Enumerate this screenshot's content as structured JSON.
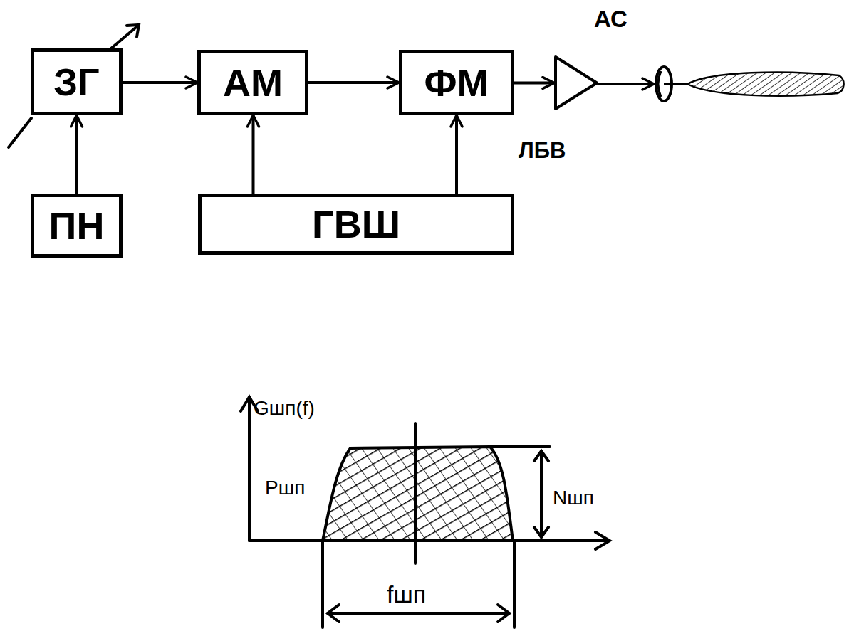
{
  "diagram": {
    "nodes": [
      {
        "text": [
          "ЗГ"
        ]
      },
      {
        "text": [
          "АМ"
        ]
      },
      {
        "text": [
          "ФМ"
        ]
      },
      {
        "text": [
          "ЛБВ"
        ]
      },
      {
        "text": [
          "АС"
        ]
      },
      {
        "text": [
          "ПН"
        ]
      },
      {
        "text": [
          "ГВШ"
        ]
      }
    ],
    "edges": [
      {
        "from": 0,
        "to": 1,
        "arrow": "to"
      },
      {
        "from": 1,
        "to": 2,
        "arrow": "to"
      },
      {
        "from": 2,
        "to": 3,
        "arrow": "to"
      },
      {
        "from": 3,
        "to": 4,
        "arrow": "to"
      },
      {
        "from": 5,
        "to": 0,
        "arrow": "to"
      },
      {
        "from": 6,
        "to": 1,
        "arrow": "to"
      },
      {
        "from": 6,
        "to": 2,
        "arrow": "to"
      }
    ],
    "labels": [
      "Gшп(f)",
      "Pшп",
      "Nшп",
      "fшп"
    ]
  }
}
